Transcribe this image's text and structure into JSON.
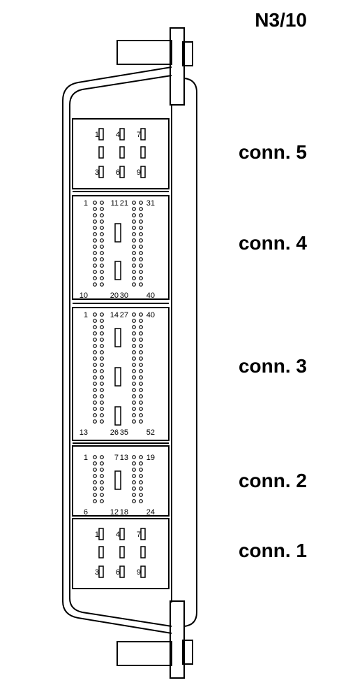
{
  "title": "N3/10",
  "connectors": [
    {
      "id": "conn5",
      "label": "conn. 5",
      "pins": [
        "1",
        "4",
        "7",
        "3",
        "6",
        "9"
      ]
    },
    {
      "id": "conn4",
      "label": "conn. 4",
      "pins": [
        "1",
        "11",
        "21",
        "31",
        "10",
        "20",
        "30",
        "40"
      ]
    },
    {
      "id": "conn3",
      "label": "conn. 3",
      "pins": [
        "1",
        "14",
        "27",
        "40",
        "13",
        "26",
        "35",
        "52"
      ]
    },
    {
      "id": "conn2",
      "label": "conn. 2",
      "pins": [
        "1",
        "7",
        "13",
        "19",
        "6",
        "12",
        "18",
        "24"
      ]
    },
    {
      "id": "conn1",
      "label": "conn. 1",
      "pins": [
        "1",
        "4",
        "7",
        "3",
        "6",
        "9"
      ]
    }
  ]
}
